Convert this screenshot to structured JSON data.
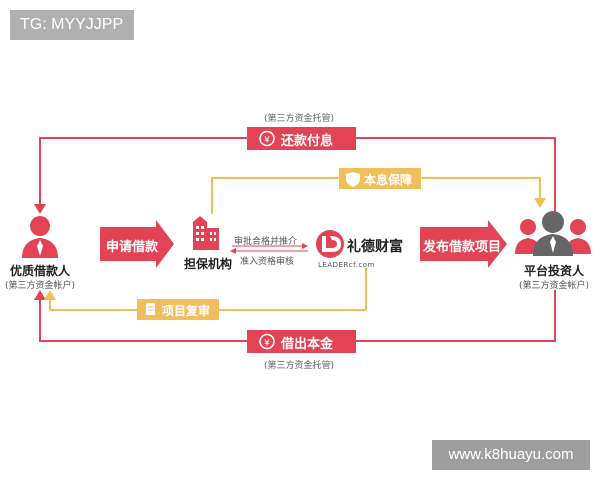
{
  "colors": {
    "red": "#e24355",
    "yellow": "#f1be5c",
    "dark_gray": "#666666",
    "text": "#222222"
  },
  "badge": {
    "text": "TG: MYYJJPP"
  },
  "watermark": {
    "text": "www.k8huayu.com"
  },
  "top_note": "(第三方资金托管)",
  "bottom_note": "(第三方资金托管)",
  "borrower": {
    "name": "优质借款人",
    "sub": "(第三方资金帐户)",
    "icon": "person-icon"
  },
  "investor": {
    "name": "平台投资人",
    "sub": "(第三方资金帐户)",
    "icon": "people-group-icon"
  },
  "guarantor": {
    "name": "担保机构",
    "icon": "building-icon"
  },
  "platform": {
    "name": "礼德财富",
    "sub": "LEADERcf.com",
    "icon": "ld-logo-icon"
  },
  "flows": {
    "repay": {
      "label": "还款付息",
      "icon": "yen-circle-icon"
    },
    "guarantee": {
      "label": "本息保障",
      "icon": "shield-icon"
    },
    "apply": {
      "label": "申请借款"
    },
    "publish": {
      "label": "发布借款项目"
    },
    "review": {
      "label": "项目复审",
      "icon": "document-icon"
    },
    "lend": {
      "label": "借出本金",
      "icon": "yen-circle-icon"
    },
    "approve": "审批合格并推介",
    "admission": "准入资格审核"
  }
}
